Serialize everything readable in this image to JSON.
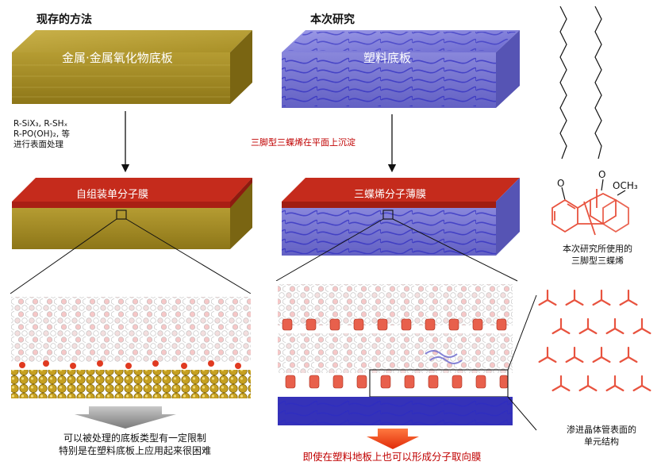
{
  "left": {
    "heading": "现存的方法",
    "substrate_label": "金属·金属氧化物底板",
    "treatment_lines": [
      "R-SiX₃, R-SHₓ",
      "R-PO(OH)₂, 等",
      "进行表面处理"
    ],
    "film_label": "自组装单分子膜",
    "caption_lines": [
      "可以被处理的底板类型有一定限制",
      "特别是在塑料底板上应用起来很困难"
    ]
  },
  "middle": {
    "heading": "本次研究",
    "substrate_label": "塑料底板",
    "deposition_label": "三脚型三蝶烯在平面上沉淀",
    "film_label": "三蝶烯分子薄膜",
    "caption": "即使在塑料地板上也可以形成分子取向膜"
  },
  "right": {
    "methoxy_label": "OCH₃",
    "oxygen_label_1": "O",
    "oxygen_label_2": "O",
    "molecule_caption_lines": [
      "本次研究所使用的",
      "三脚型三蝶烯"
    ],
    "lattice_caption_lines": [
      "渗进晶体管表面的",
      "单元结构"
    ]
  },
  "colors": {
    "gold_substrate": "#b09a2e",
    "blue_substrate": "#7c7ad6",
    "red_film": "#c42a1c",
    "molecule_red": "#e8533f",
    "emphasis_red": "#c00000",
    "arrow_gray": "#8a8a8a",
    "arrow_red": "#e83010"
  }
}
